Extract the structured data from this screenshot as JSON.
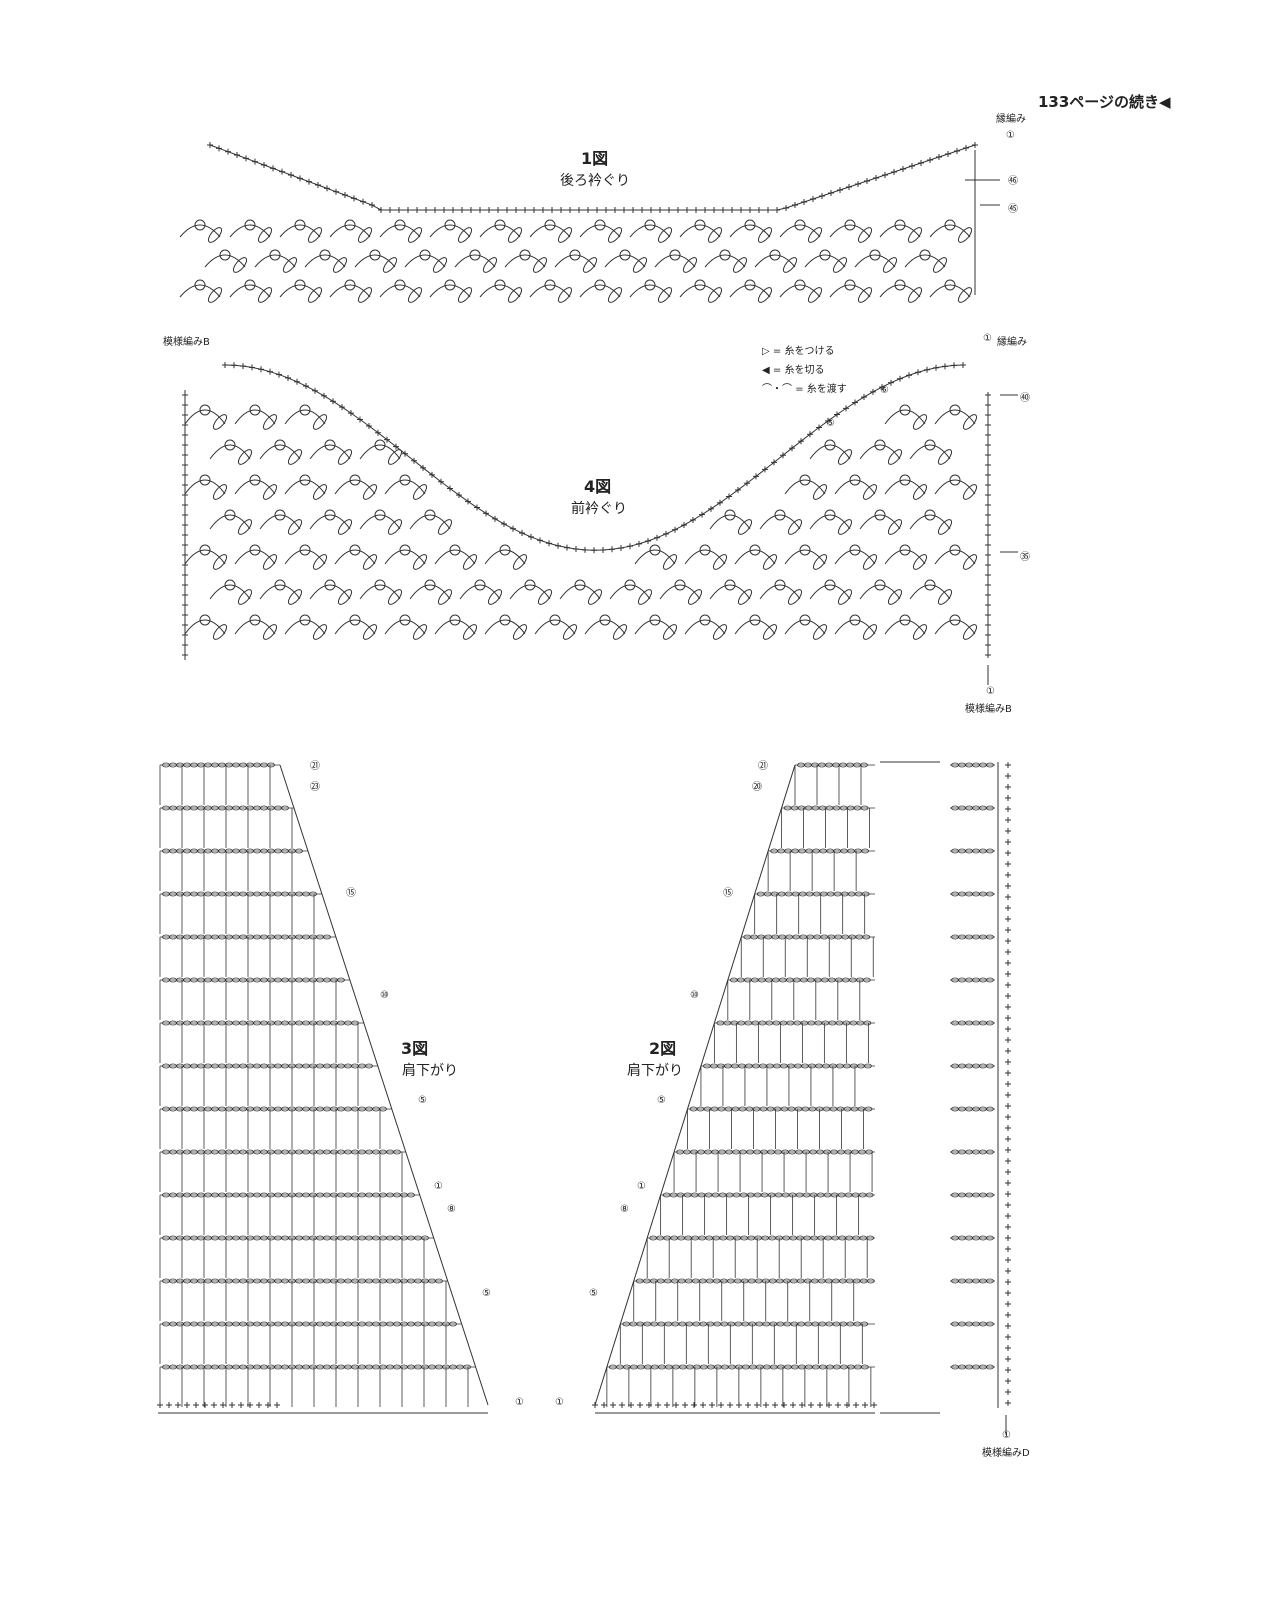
{
  "header": {
    "continued": "133ページの続き"
  },
  "figures": [
    {
      "id": "fig1",
      "number": "1図",
      "name": "後ろ衿ぐり"
    },
    {
      "id": "fig4",
      "number": "4図",
      "name": "前衿ぐり"
    },
    {
      "id": "fig3",
      "number": "3図",
      "name": "肩下がり"
    },
    {
      "id": "fig2",
      "number": "2図",
      "name": "肩下がり"
    }
  ],
  "edge_labels": {
    "edging": "縁編み",
    "pattern_b": "模様編みB",
    "pattern_d": "模様編みD"
  },
  "legend": [
    {
      "symbol": "▷",
      "eq": "=",
      "text": "糸をつける"
    },
    {
      "symbol": "◀",
      "eq": "=",
      "text": "糸を切る"
    },
    {
      "symbol": "⌒・⌒",
      "eq": "=",
      "text": "糸を渡す"
    }
  ],
  "row_markers": {
    "fig1": [
      "①",
      "㊻",
      "㊺"
    ],
    "fig4": [
      "①",
      "⑥",
      "⑤",
      "㊵",
      "㉟",
      "①"
    ],
    "fig3": [
      "㉑",
      "㉓",
      "⑮",
      "⑩",
      "⑤",
      "①",
      "⑧",
      "⑤",
      "①"
    ],
    "fig2": [
      "㉑",
      "⑳",
      "⑮",
      "⑩",
      "⑤",
      "①",
      "⑧",
      "⑤",
      "①",
      "①"
    ]
  },
  "colors": {
    "ink": "#333333",
    "paper": "#ffffff"
  }
}
